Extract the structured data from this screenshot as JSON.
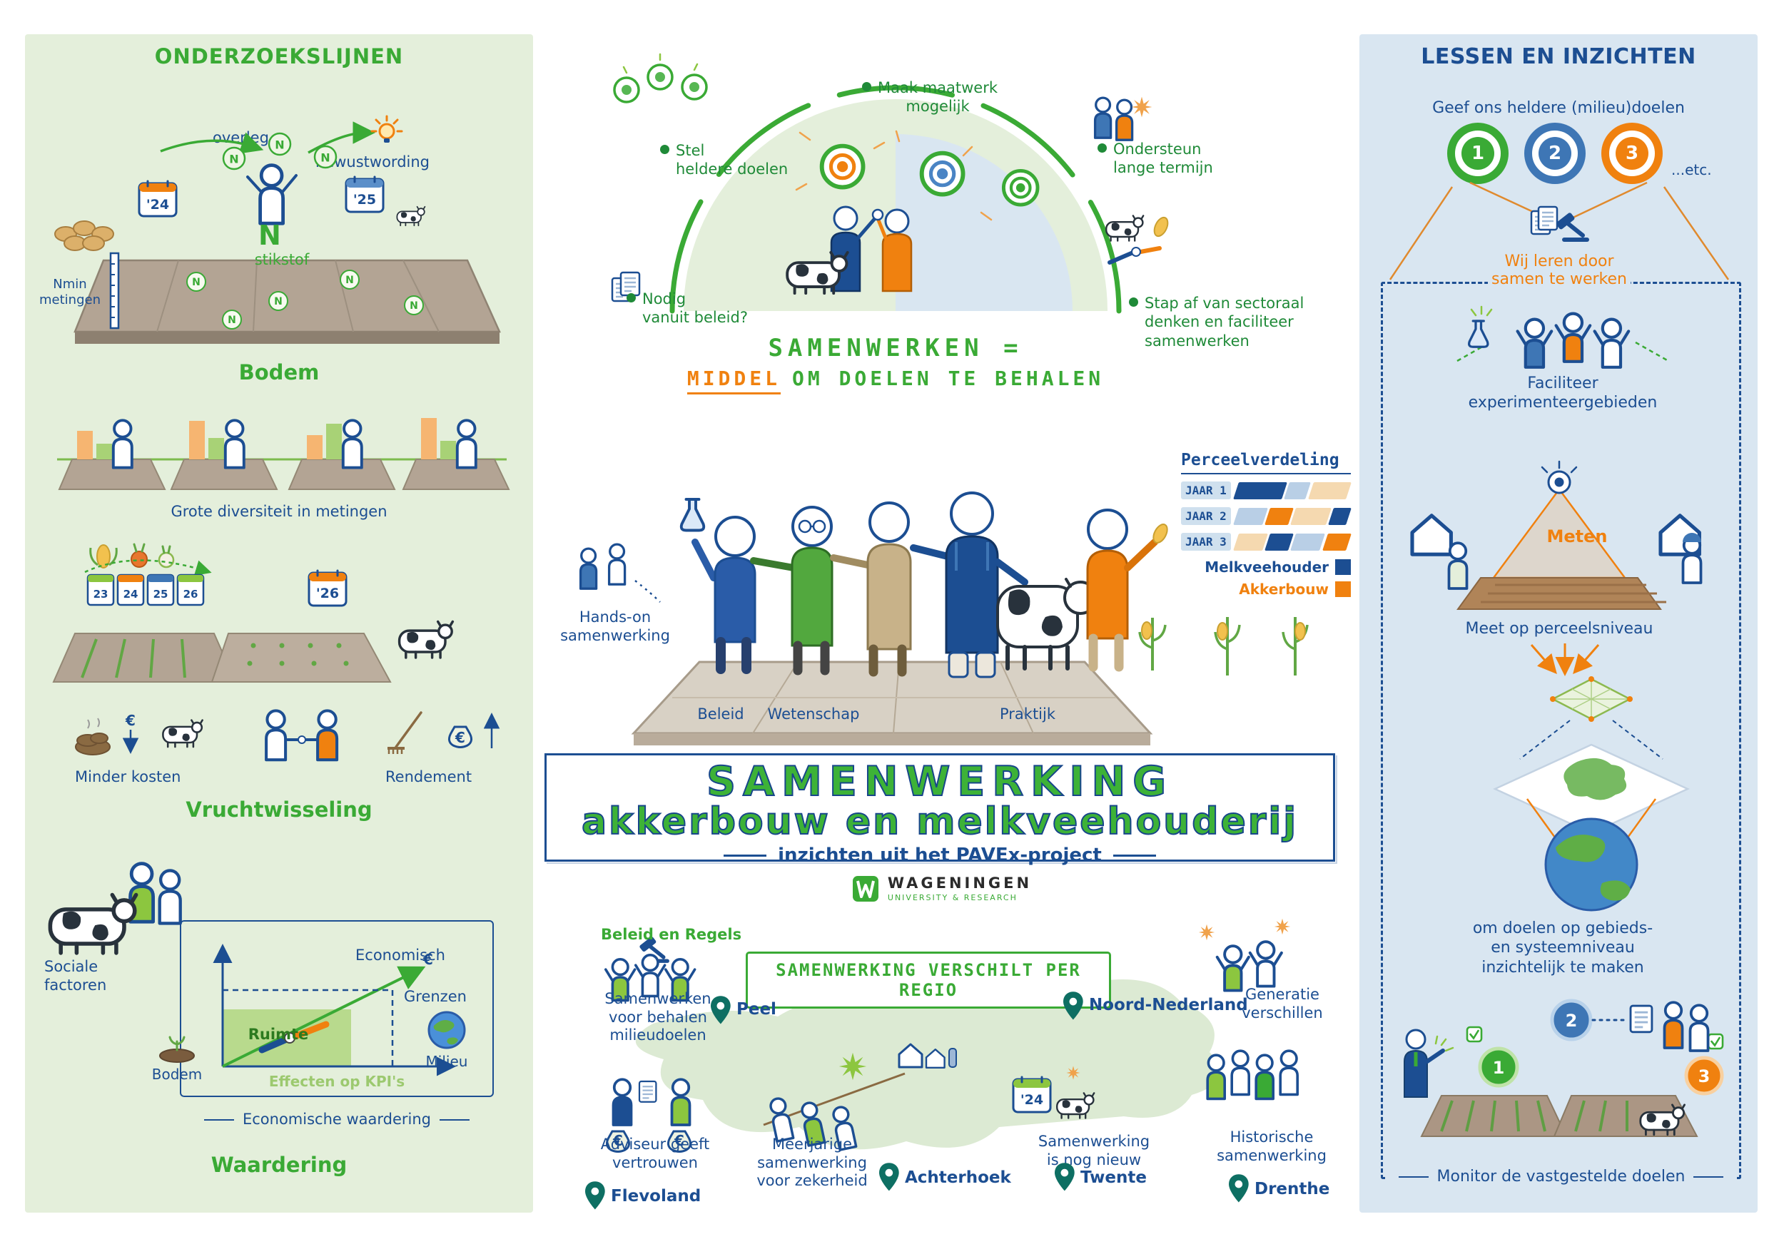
{
  "colors": {
    "green": "#3aaa35",
    "dark_green": "#1f8a38",
    "navy": "#1c4e92",
    "orange": "#f0810f",
    "teal_pin": "#0e6f63",
    "left_panel_bg": "#e4efdb",
    "right_panel_bg": "#d9e6f1",
    "melkveehouder_blue": "#1c4e92",
    "akkerbouw_orange": "#f0810f"
  },
  "left_panel": {
    "title": "ONDERZOEKSLIJNEN",
    "soil": {
      "overleg_label": "overleg",
      "bewustwording_label": "bewustwording",
      "calendar_left": "'24",
      "calendar_right": "'25",
      "n_symbol": "N",
      "stikstof_label": "stikstof",
      "nmin_label": "Nmin\nmetingen",
      "heading": "Bodem"
    },
    "diversity": {
      "caption": "Grote diversiteit in metingen"
    },
    "rotation": {
      "calendar_years": [
        "23",
        "24",
        "25",
        "26"
      ],
      "calendar_far": "'26",
      "minder_kosten_label": "Minder kosten",
      "rendement_label": "Rendement",
      "euro": "€",
      "heading": "Vruchtwisseling"
    },
    "valuation": {
      "sociale_label": "Sociale\nfactoren",
      "economisch_label": "Economisch",
      "grenzen_label": "Grenzen",
      "ruimte_label": "Ruimte",
      "bodem_label": "Bodem",
      "milieu_label": "Milieu",
      "effecten_label": "Effecten op KPI's",
      "econ_waardering_label": "Economische waardering",
      "euro": "€",
      "heading": "Waardering"
    }
  },
  "center_top": {
    "bullet_stel": "Stel\nheldere doelen",
    "bullet_maatwerk": "Maak maatwerk\nmogelijk",
    "bullet_ondersteun": "Ondersteun\nlange termijn",
    "bullet_nodig": "Nodig\nvanuit beleid?",
    "bullet_stap": "Stap af van sectoraal\ndenken en faciliteer\nsamenwerken",
    "headline": "SAMENWERKEN =",
    "headline_middel": "MIDDEL",
    "headline_rest": "OM DOELEN TE BEHALEN"
  },
  "center_main": {
    "hands_on_label": "Hands-on\nsamenwerking",
    "perceel": {
      "title": "Perceelverdeling",
      "rows": [
        {
          "label": "JAAR 1"
        },
        {
          "label": "JAAR 2"
        },
        {
          "label": "JAAR 3"
        }
      ],
      "legend_melkveehouder": "Melkveehouder",
      "legend_akkerbouw": "Akkerbouw"
    },
    "platform": {
      "beleid": "Beleid",
      "wetenschap": "Wetenschap",
      "praktijk": "Praktijk"
    },
    "title_line1": "SAMENWERKING",
    "title_line2": "akkerbouw en melkveehouderij",
    "subtitle": "inzichten uit het PAVEx-project",
    "logo_name": "WAGENINGEN",
    "logo_subtitle": "UNIVERSITY & RESEARCH"
  },
  "center_bottom": {
    "beleid_regels_label": "Beleid en Regels",
    "banner": "SAMENWERKING VERSCHILT PER REGIO",
    "peel_note": "Samenwerken\nvoor behalen\nmilieudoelen",
    "peel_pin": "Peel",
    "noord_pin": "Noord-Nederland",
    "generatie_note": "Generatie\nverschillen",
    "flevoland_note": "Adviseur geeft\nvertrouwen",
    "flevoland_pin": "Flevoland",
    "achterhoek_note": "Meerjarige\nsamenwerking\nvoor zekerheid",
    "achterhoek_pin": "Achterhoek",
    "twente_note": "Samenwerking\nis nog nieuw",
    "twente_pin": "Twente",
    "twente_calendar": "'24",
    "drenthe_note": "Historische\nsamenwerking",
    "drenthe_pin": "Drenthe",
    "euro": "€"
  },
  "right_panel": {
    "title": "LESSEN EN INZICHTEN",
    "goals_text": "Geef ons heldere (milieu)doelen",
    "circle_1": "1",
    "circle_2": "2",
    "circle_3": "3",
    "etc_label": "...etc.",
    "learn_text": "Wij leren door\nsamen te werken",
    "faciliteer_text": "Faciliteer\nexperimenteergebieden",
    "meten_label": "Meten",
    "meet_text": "Meet op perceelsniveau",
    "gebied_text": "om doelen op gebieds-\nen systeemniveau\ninzichtelijk te maken",
    "monitor_text": "Monitor de vastgestelde doelen"
  }
}
